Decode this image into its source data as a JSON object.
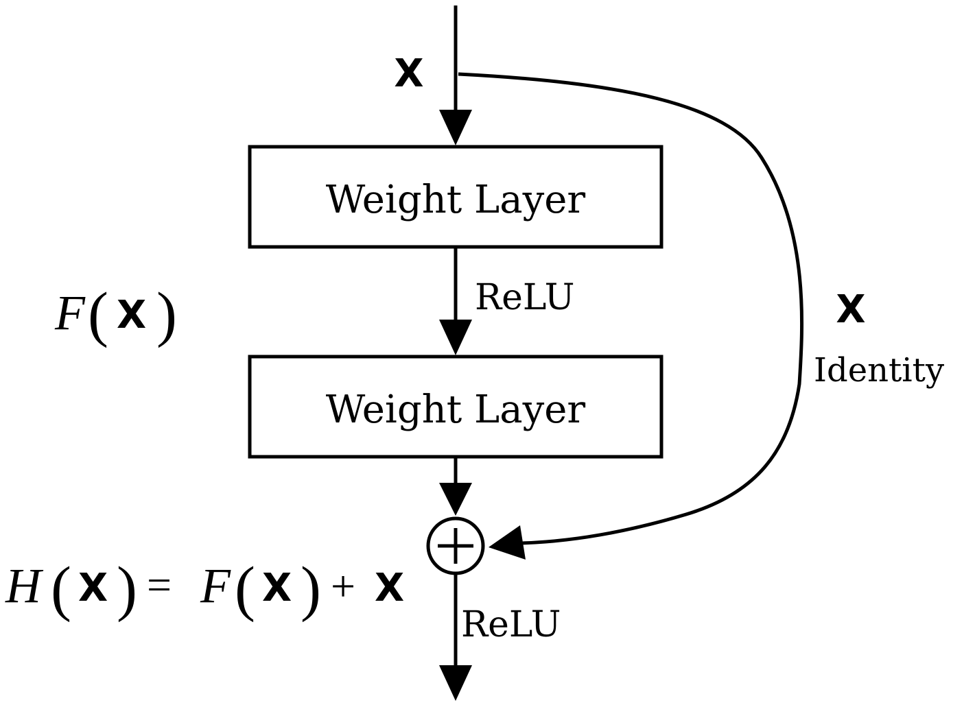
{
  "diagram": {
    "input_label": "X",
    "layer1_label": "Weight Layer",
    "layer2_label": "Weight Layer",
    "relu_mid_label": "ReLU",
    "relu_out_label": "ReLU",
    "shortcut_symbol": "X",
    "shortcut_label": "Identity",
    "residual_expr": {
      "func": "F",
      "arg": "X",
      "lparen": "(",
      "rparen": ")"
    },
    "output_expr": {
      "h": "H",
      "h_arg": "X",
      "equals": "=",
      "f": "F",
      "f_arg": "X",
      "plus": "+",
      "x": "X",
      "lparen": "(",
      "rparen": ")"
    },
    "colors": {
      "stroke": "#000000",
      "background": "#ffffff"
    }
  }
}
